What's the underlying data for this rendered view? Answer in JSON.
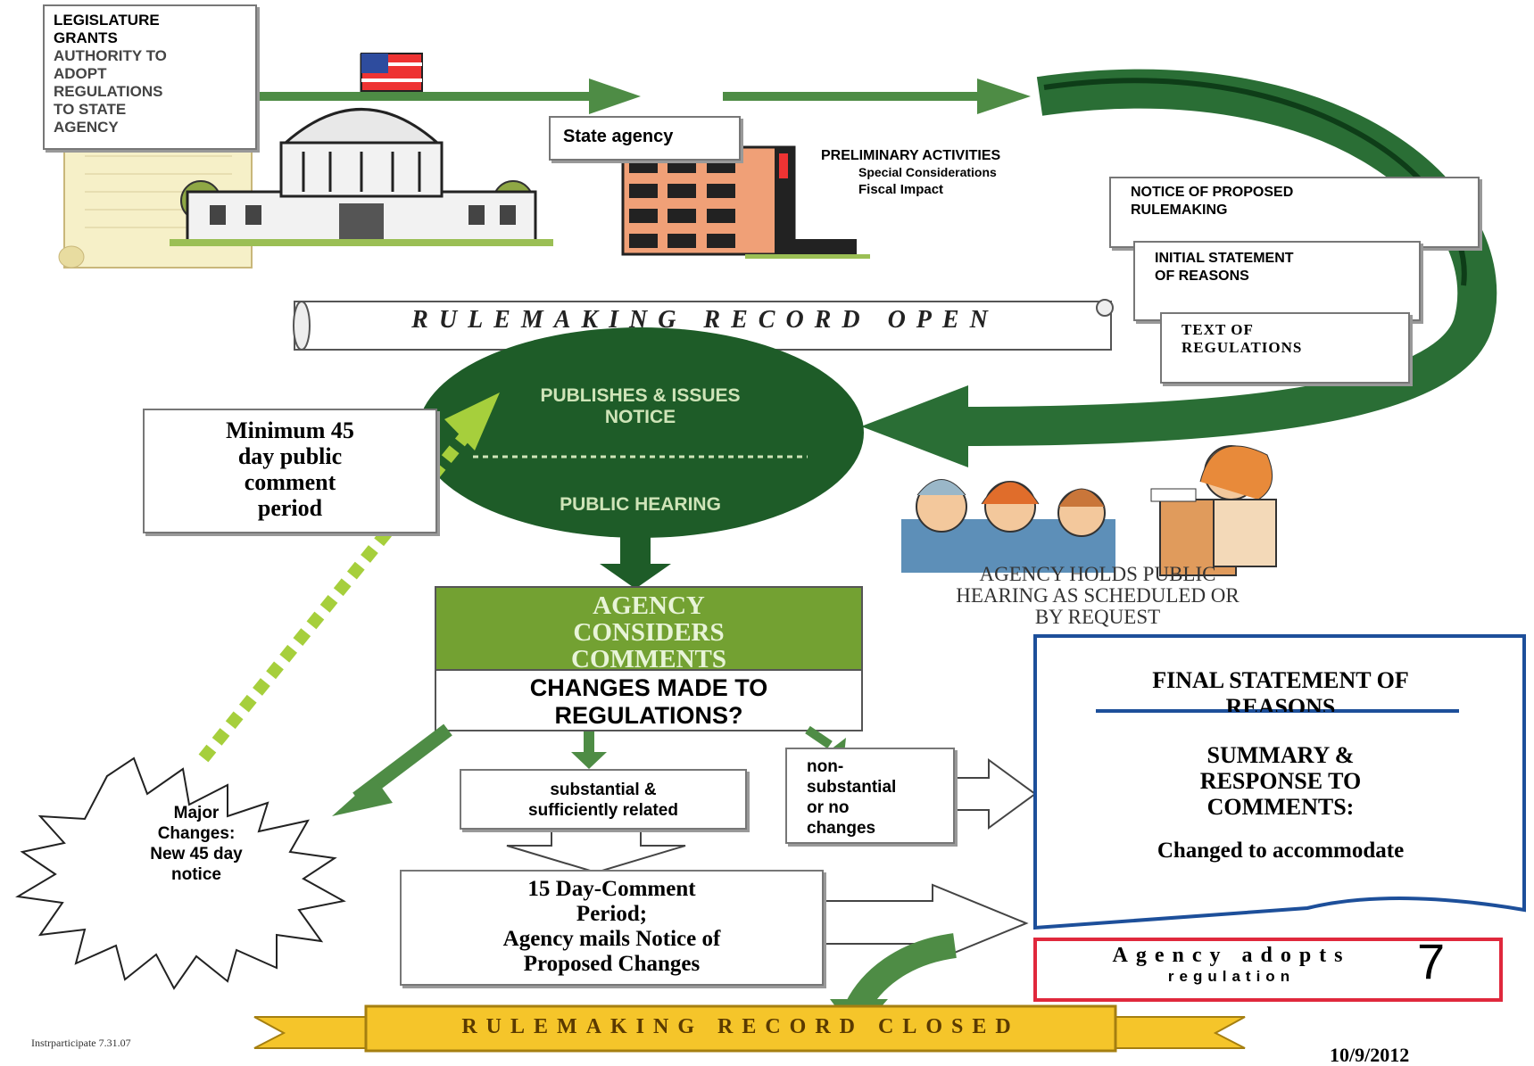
{
  "legislature": {
    "line1": "LEGISLATURE",
    "line2": "GRANTS",
    "rest": "AUTHORITY TO\nADOPT\nREGULATIONS\nTO STATE\nAGENCY"
  },
  "state_agency": "State agency",
  "preliminary": {
    "title": "PRELIMINARY ACTIVITIES",
    "line1": "Special Considerations",
    "line2": "Fiscal Impact"
  },
  "notice_box": "NOTICE OF PROPOSED\nRULEMAKING",
  "initial_statement": "INITIAL STATEMENT\nOF REASONS",
  "text_of_regs": "TEXT OF\nREGULATIONS",
  "record_open": "RULEMAKING RECORD OPEN",
  "circle": {
    "top": "PUBLISHES & ISSUES\nNOTICE",
    "bottom": "PUBLIC HEARING"
  },
  "min_period": "Minimum 45\nday public\ncomment\nperiod",
  "hearing_caption": "AGENCY HOLDS PUBLIC\nHEARING AS SCHEDULED OR\nBY REQUEST",
  "considers": "AGENCY\nCONSIDERS\nCOMMENTS",
  "changes_q": "CHANGES MADE TO\nREGULATIONS?",
  "major": "Major\nChanges:\nNew 45 day\nnotice",
  "substantial": "substantial &\nsufficiently related",
  "nonsubstantial": "non-\nsubstantial\nor no\nchanges",
  "fifteen_day": "15 Day-Comment\nPeriod;\nAgency mails Notice of\nProposed Changes",
  "final_statement": {
    "title": "FINAL STATEMENT OF\nREASONS",
    "summary": "SUMMARY &\nRESPONSE TO\nCOMMENTS:",
    "changed": "Changed to accommodate"
  },
  "adopts": {
    "line1": "Agency adopts",
    "line2": "regulation"
  },
  "record_closed": "RULEMAKING RECORD CLOSED",
  "footer_left": "Instrparticipate 7.31.07",
  "page_number": "7",
  "date": "10/9/2012",
  "colors": {
    "dark_green": "#1e5c28",
    "arrow_green": "#4e8c45",
    "olive_green": "#73a132",
    "dotted_green": "#a6cf3c",
    "blue_border": "#1d4f9a",
    "red_border": "#e0283c",
    "banner_gold": "#f5c52a"
  }
}
